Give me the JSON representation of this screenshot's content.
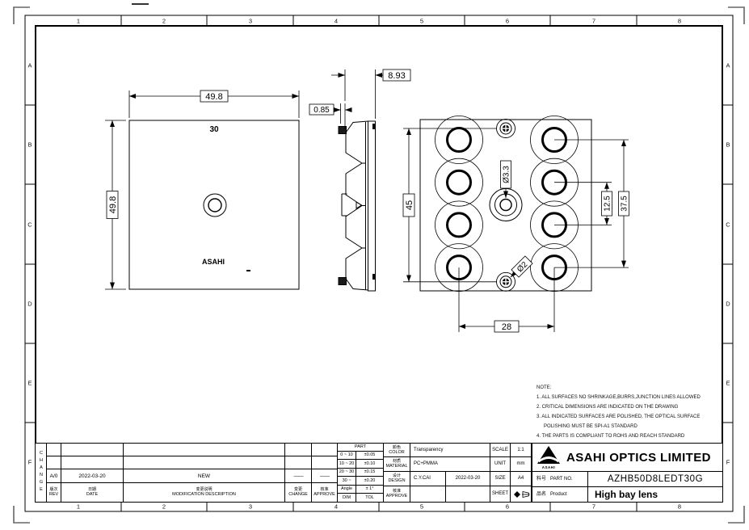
{
  "page": {
    "bg": "#ffffff",
    "line_color": "#000000"
  },
  "grid": {
    "cols": [
      "1",
      "2",
      "3",
      "4",
      "5",
      "6",
      "7",
      "8"
    ],
    "rows": [
      "A",
      "B",
      "C",
      "D",
      "E",
      "F"
    ]
  },
  "views": {
    "front": {
      "dim_width": "49.8",
      "dim_height": "49.8",
      "cavity_label": "30",
      "brand": "ASAHI"
    },
    "side": {
      "dim_pin_height": "0.85",
      "dim_depth": "8.93"
    },
    "back": {
      "dim_pin_span": "45",
      "dim_lens_pitch": "12.5",
      "dim_lens_span": "37.5",
      "dim_col_pitch": "28",
      "dim_center_hole": "Ø3.3",
      "dim_pin_dia": "Ø2"
    }
  },
  "notes": {
    "title": "NOTE:",
    "lines": [
      "1. ALL SURFACES NO SHRINKAGE,BURRS,JUNCTION LINES ALLOWED",
      "2. CRITICAL DIMENSIONS ARE INDICATED ON THE DRAWING",
      "3. ALL INDICATED SURFACES ARE POLISHED, THE OPTICAL SURFACE",
      "POLISHING MUST BE SPI-A1 STANDARD",
      "4. THE PARTS IS COMPLIANT TO ROHS AND REACH STANDARD"
    ]
  },
  "revision_table": {
    "side_label": "CHANGE",
    "row": {
      "rev": "A/0",
      "date": "2022-03-20",
      "desc": "NEW",
      "change": "——",
      "approve": "——"
    },
    "headers": {
      "rev_zh": "版次",
      "rev_en": "REV",
      "date_zh": "日期",
      "date_en": "DATE",
      "desc_zh": "变更说明",
      "desc_en": "MODIFICATION DESCRIPTION",
      "change_zh": "变更",
      "change_en": "CHANGE",
      "approve_zh": "核准",
      "approve_en": "APPROVE"
    }
  },
  "tolerance_table": {
    "header": "PART",
    "rows": [
      [
        "0 ~ 10",
        "±0.05"
      ],
      [
        "10 ~ 20",
        "±0.10"
      ],
      [
        "20 ~ 30",
        "±0.15"
      ],
      [
        "30 ~",
        "±0.20"
      ],
      [
        "Angle",
        "± 1°"
      ],
      [
        "DIM",
        "TOL"
      ]
    ]
  },
  "info_table": {
    "color_zh": "颜色",
    "color_en": "COLOR",
    "color_value": "Transparency",
    "material_zh": "材质",
    "material_en": "MATERIAL",
    "material_value": "PC+PMMA",
    "design_zh": "设计",
    "design_en": "DESIGN",
    "design_value": "C.Y.CAI",
    "design_date": "2022-03-20",
    "approve_zh": "核准",
    "approve_en": "APPROVE",
    "approve_value": "",
    "scale_label": "SCALE",
    "scale_value": "1:1",
    "unit_label": "UNIT",
    "unit_value": "mm",
    "size_label": "SIZE",
    "size_value": "A4",
    "sheet_label": "SHEET"
  },
  "company": {
    "logo_text": "ASAHI",
    "name": "ASAHI OPTICS LIMITED",
    "part_no_zh": "料号",
    "part_no_en": "PART NO.",
    "part_no": "AZHB50D8LEDT30G",
    "product_zh": "品名",
    "product_en": "Product",
    "product": "High bay lens"
  }
}
